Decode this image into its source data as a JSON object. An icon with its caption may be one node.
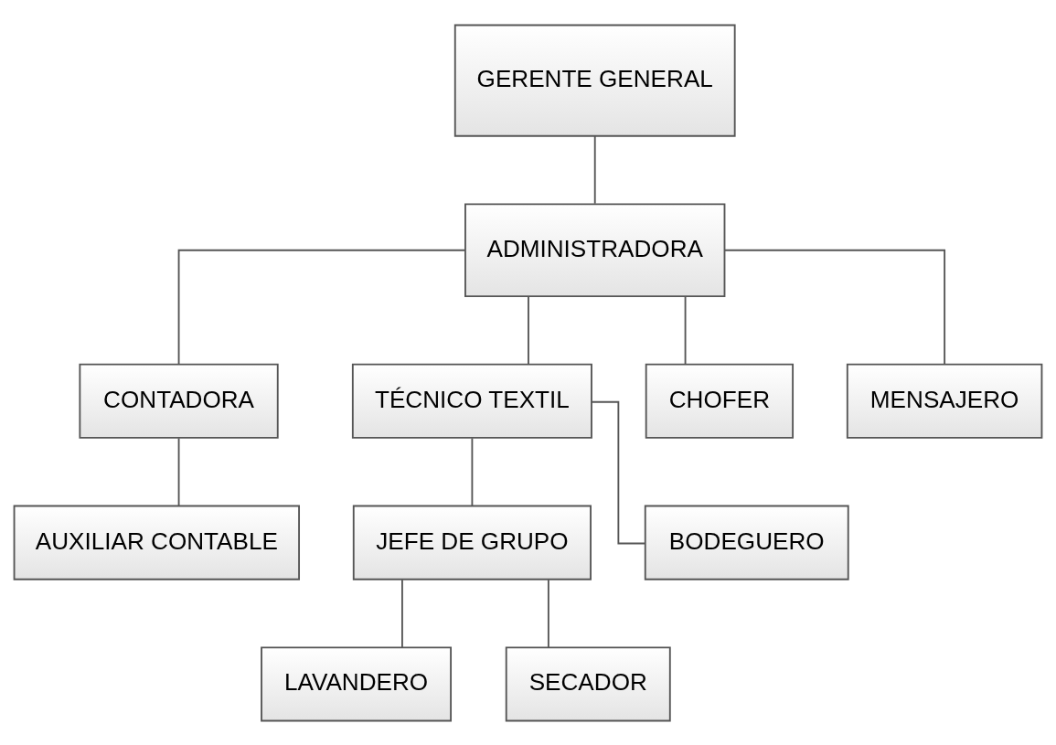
{
  "diagram": {
    "nodes": [
      {
        "text": [
          "GERENTE GENERAL"
        ]
      },
      {
        "text": [
          "ADMINISTRADORA"
        ]
      },
      {
        "text": [
          "CONTADORA"
        ]
      },
      {
        "text": [
          "TÉCNICO TEXTIL"
        ]
      },
      {
        "text": [
          "CHOFER"
        ]
      },
      {
        "text": [
          "MENSAJERO"
        ]
      },
      {
        "text": [
          "AUXILIAR CONTABLE"
        ]
      },
      {
        "text": [
          "JEFE DE GRUPO"
        ]
      },
      {
        "text": [
          "BODEGUERO"
        ]
      },
      {
        "text": [
          "LAVANDERO"
        ]
      },
      {
        "text": [
          "SECADOR"
        ]
      }
    ],
    "edges": [
      {
        "from": 0,
        "to": 1,
        "arrow": "none"
      },
      {
        "from": 1,
        "to": 2,
        "arrow": "none"
      },
      {
        "from": 1,
        "to": 3,
        "arrow": "none"
      },
      {
        "from": 1,
        "to": 4,
        "arrow": "none"
      },
      {
        "from": 1,
        "to": 5,
        "arrow": "none"
      },
      {
        "from": 2,
        "to": 6,
        "arrow": "none"
      },
      {
        "from": 3,
        "to": 7,
        "arrow": "none"
      },
      {
        "from": 3,
        "to": 8,
        "arrow": "none"
      },
      {
        "from": 7,
        "to": 9,
        "arrow": "none"
      },
      {
        "from": 7,
        "to": 10,
        "arrow": "none"
      }
    ]
  }
}
